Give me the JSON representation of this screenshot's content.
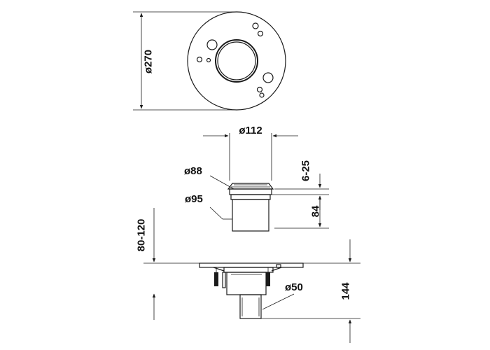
{
  "dimensions": {
    "plate_diameter": "ø270",
    "bowl_diameter": "ø112",
    "strainer_top_diameter": "ø88",
    "strainer_body_diameter": "ø95",
    "adjust_range": "6-25",
    "strainer_height": "84",
    "floor_build_up": "80-120",
    "outlet_diameter": "ø50",
    "total_height": "144"
  },
  "colors": {
    "line": "#1a1a1a",
    "background": "#ffffff"
  }
}
